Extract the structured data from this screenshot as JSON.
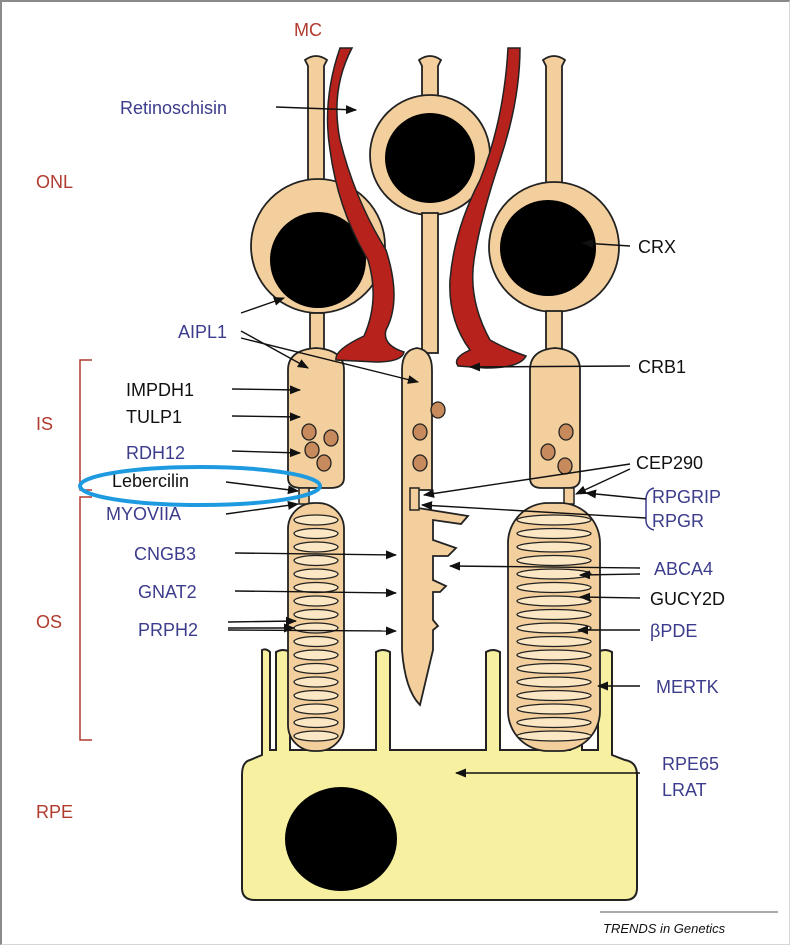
{
  "diagram": {
    "layers": {
      "mc": "MC",
      "onl": "ONL",
      "is": "IS",
      "os": "OS",
      "rpe": "RPE"
    },
    "left_labels": {
      "retinoschisin": "Retinoschisin",
      "aipl1": "AIPL1",
      "impdh1": "IMPDH1",
      "tulp1": "TULP1",
      "rdh12": "RDH12",
      "lebercilin": "Lebercilin",
      "myoviia": "MYOVIIA",
      "cngb3": "CNGB3",
      "gnat2": "GNAT2",
      "prph2": "PRPH2"
    },
    "right_labels": {
      "crx": "CRX",
      "crb1": "CRB1",
      "cep290": "CEP290",
      "rpgrip": "RPGRIP",
      "rpgr": "RPGR",
      "abca4": "ABCA4",
      "gucy2d": "GUCY2D",
      "bpde": "βPDE",
      "mertk": "MERTK",
      "rpe65": "RPE65",
      "lrat": "LRAT"
    },
    "credit": "TRENDS in Genetics",
    "colors": {
      "cell": "#f2cf9c",
      "rpe": "#f6f0a0",
      "muller": "#b8221c",
      "layer_text": "#b03a2e",
      "blue_text": "#3c3c8c",
      "highlight": "#1e9be0"
    },
    "highlighted_label": "Lebercilin"
  }
}
